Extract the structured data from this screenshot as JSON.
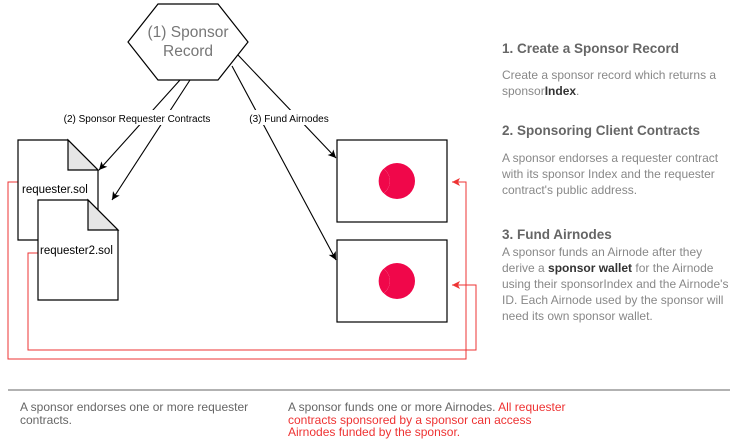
{
  "diagram": {
    "sponsor_record": {
      "line1": "(1) Sponsor",
      "line2": "Record"
    },
    "edge_labels": {
      "sponsor_requester_contracts": "(2) Sponsor Requester Contracts",
      "fund_airnodes": "(3) Fund Airnodes"
    },
    "requesters": [
      {
        "label": "requester.sol"
      },
      {
        "label": "requester2.sol"
      }
    ],
    "airnode_logo_color": "#f0074a",
    "connector_color": "#ee3333"
  },
  "side": {
    "section1": {
      "title": "1. Create a Sponsor Record",
      "text_pre": "Create a sponsor record which returns a sponsor",
      "text_bold": "Index",
      "text_post": "."
    },
    "section2": {
      "title": "2. Sponsoring Client Contracts",
      "text": "A sponsor endorses a requester contract with its sponsor Index and the requester contract's public address."
    },
    "section3": {
      "title": "3. Fund Airnodes",
      "text_pre": "A sponsor funds an Airnode after they derive a ",
      "text_bold": "sponsor wallet",
      "text_post": " for the Airnode using their sponsorIndex and the Airnode's ID. Each Airnode used by the sponsor will need its own sponsor wallet."
    }
  },
  "footer": {
    "left": "A sponsor endorses one or more requester contracts.",
    "right_plain": "A sponsor funds one or more Airnodes. ",
    "right_highlight": "All requester contracts sponsored by a sponsor can access Airnodes funded by the sponsor."
  }
}
